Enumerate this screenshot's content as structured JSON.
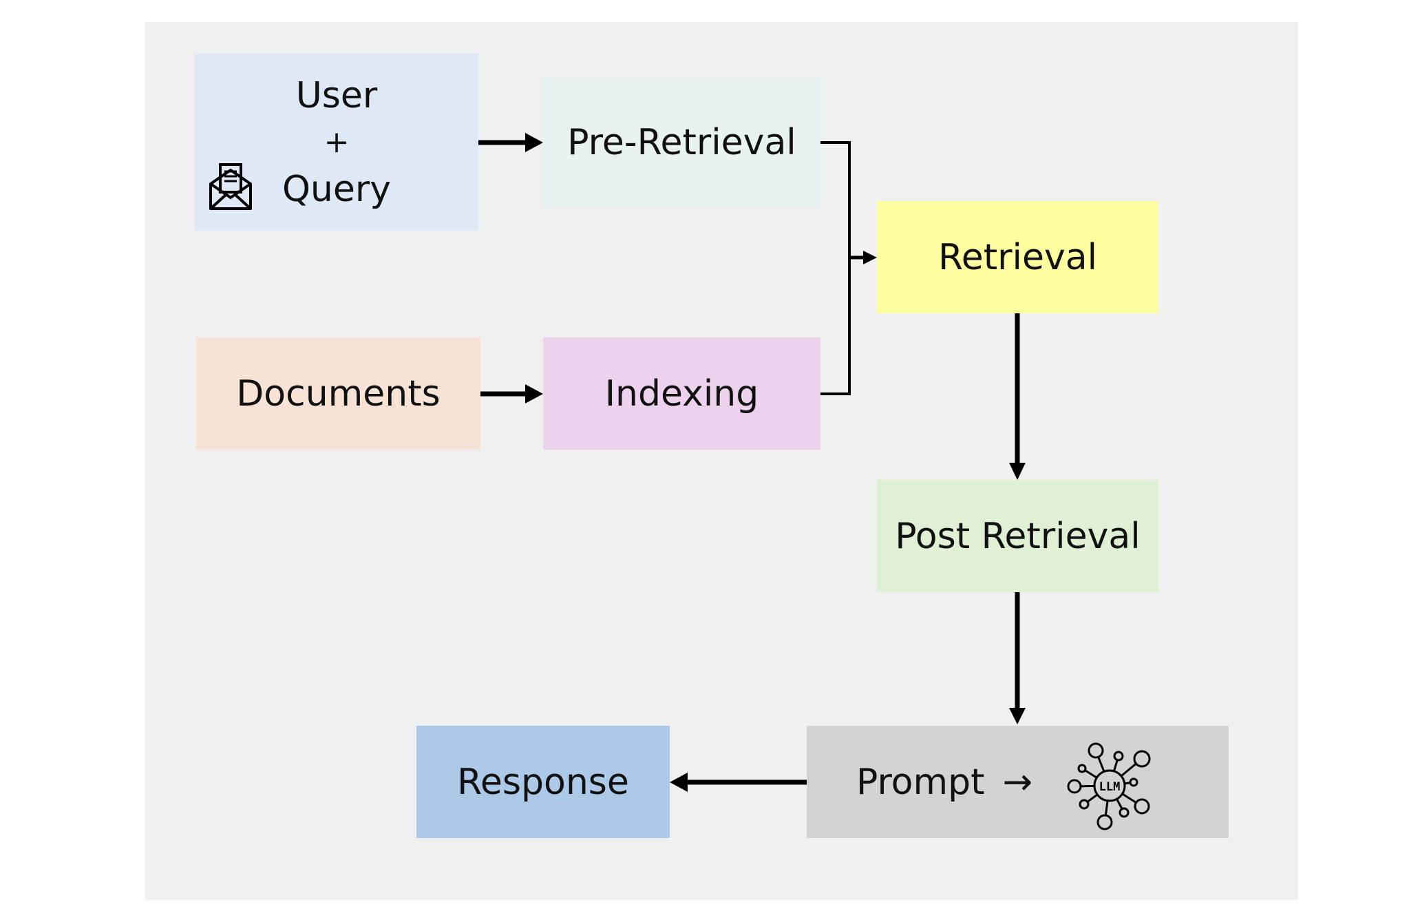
{
  "nodes": {
    "user_line1": "User",
    "user_plus": "+",
    "user_line2": "Query",
    "pre_retrieval": "Pre-Retrieval",
    "retrieval": "Retrieval",
    "documents": "Documents",
    "indexing": "Indexing",
    "post_retrieval": "Post Retrieval",
    "prompt": "Prompt",
    "prompt_arrow": "→",
    "llm_label": "LLM",
    "response": "Response"
  },
  "colors": {
    "panel": "#f0f0f0",
    "user_query": "#dfe8f5",
    "pre_retrieval": "#e8f2f3",
    "retrieval": "#fefea0",
    "documents": "#f6e3d6",
    "indexing": "#ecd2ec",
    "post_retrieval": "#dff0d4",
    "prompt": "#d3d3d3",
    "response": "#adc9e8",
    "arrows": "#000000"
  },
  "icons": {
    "query_icon": "envelope-document-icon",
    "llm_icon": "llm-network-icon"
  }
}
